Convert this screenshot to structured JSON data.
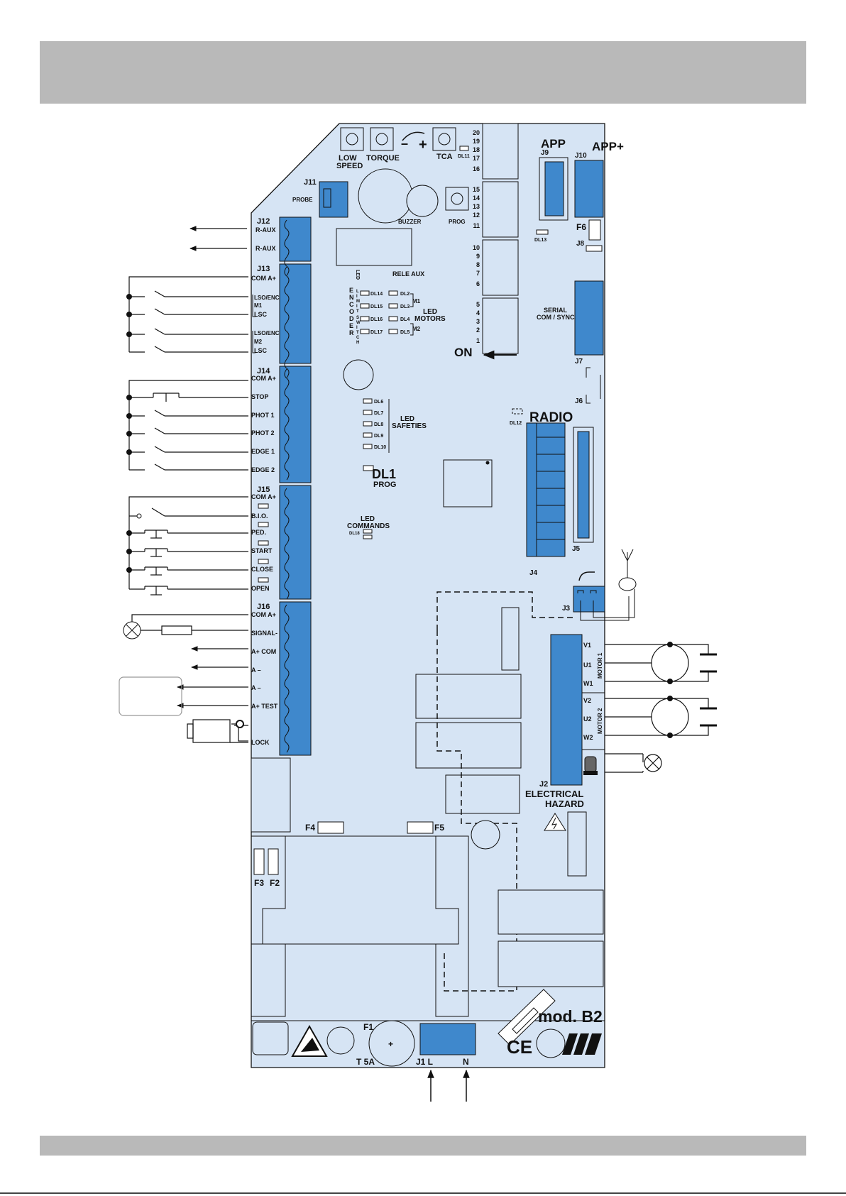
{
  "board": {
    "low_speed": [
      "LOW",
      "SPEED"
    ],
    "torque": "TORQUE",
    "tca": "TCA",
    "dl11": "DL11",
    "j11": "J11",
    "probe": "PROBE",
    "buzzer": "BUZZER",
    "prog_btn": "PROG",
    "rele_aux": "RELE AUX",
    "led_vert": "LED",
    "encoder_vert": "ENCODER",
    "limit_switch_vert": "LIMITSWITCH",
    "led_motors": [
      "LED",
      "MOTORS"
    ],
    "m1": "M1",
    "m2": "M2",
    "led_safeties": [
      "LED",
      "SAFETIES"
    ],
    "dl1": "DL1",
    "prog": "PROG",
    "led_commands": [
      "LED",
      "COMMANDS"
    ],
    "dl18": "DL18",
    "dl13": "DL13",
    "dl12": "DL12",
    "radio": "RADIO",
    "app": "APP",
    "app_plus": "APP+",
    "j9": "J9",
    "j10": "J10",
    "f6": "F6",
    "j8": "J8",
    "serial": [
      "SERIAL",
      "COM / SYNC"
    ],
    "j7": "J7",
    "j6": "J6",
    "j5": "J5",
    "j4": "J4",
    "j3": "J3",
    "j2": "J2",
    "on": "ON",
    "electrical_hazard": [
      "ELECTRICAL",
      "HAZARD"
    ],
    "f4": "F4",
    "f5": "F5",
    "f3": "F3",
    "f2": "F2",
    "f1": "F1",
    "t5a": "T 5A",
    "j1l": "J1 L",
    "n": "N",
    "model": "mod. B2",
    "ce": "CE",
    "motor1": "MOTOR 1",
    "motor2": "MOTOR 2",
    "v1": "V1",
    "u1": "U1",
    "w1": "W1",
    "v2": "V2",
    "u2": "U2",
    "w2": "W2"
  },
  "dip_numbers": [
    "20",
    "19",
    "18",
    "17",
    "16",
    "15",
    "14",
    "13",
    "12",
    "11",
    "10",
    "9",
    "8",
    "7",
    "6",
    "5",
    "4",
    "3",
    "2",
    "1"
  ],
  "led_enc": [
    "DL14",
    "DL15",
    "DL16",
    "DL17"
  ],
  "led_mot": [
    "DL2",
    "DL3",
    "DL4",
    "DL5"
  ],
  "led_saf": [
    "DL6",
    "DL7",
    "DL8",
    "DL9",
    "DL10"
  ],
  "terminals": {
    "j12": "J12",
    "j13": "J13",
    "j14": "J14",
    "j15": "J15",
    "j16": "J16",
    "r_aux_1": "R-AUX",
    "r_aux_2": "R-AUX",
    "com_a1": "COM A+",
    "lso_enc_m1": "LSO/ENC",
    "m1": "M1",
    "lsc_m1": "LSC",
    "lso_enc_m2": "LSO/ENC",
    "m2": "M2",
    "lsc_m2": "LSC",
    "com_a2": "COM A+",
    "stop": "STOP",
    "phot1": "PHOT 1",
    "phot2": "PHOT 2",
    "edge1": "EDGE 1",
    "edge2": "EDGE 2",
    "com_a3": "COM A+",
    "bio": "B.I.O.",
    "ped": "PED.",
    "start": "START",
    "close": "CLOSE",
    "open": "OPEN",
    "com_a4": "COM A+",
    "signal": "SIGNAL-",
    "a_plus_com": "A+ COM",
    "a_minus_1": "A –",
    "a_minus_2": "A –",
    "a_plus_test": "A+ TEST",
    "lock": "LOCK"
  },
  "colors": {
    "board": "#d6e4f4",
    "connector": "#3f88cc",
    "line": "#111111",
    "band": "#b9b9b9"
  }
}
